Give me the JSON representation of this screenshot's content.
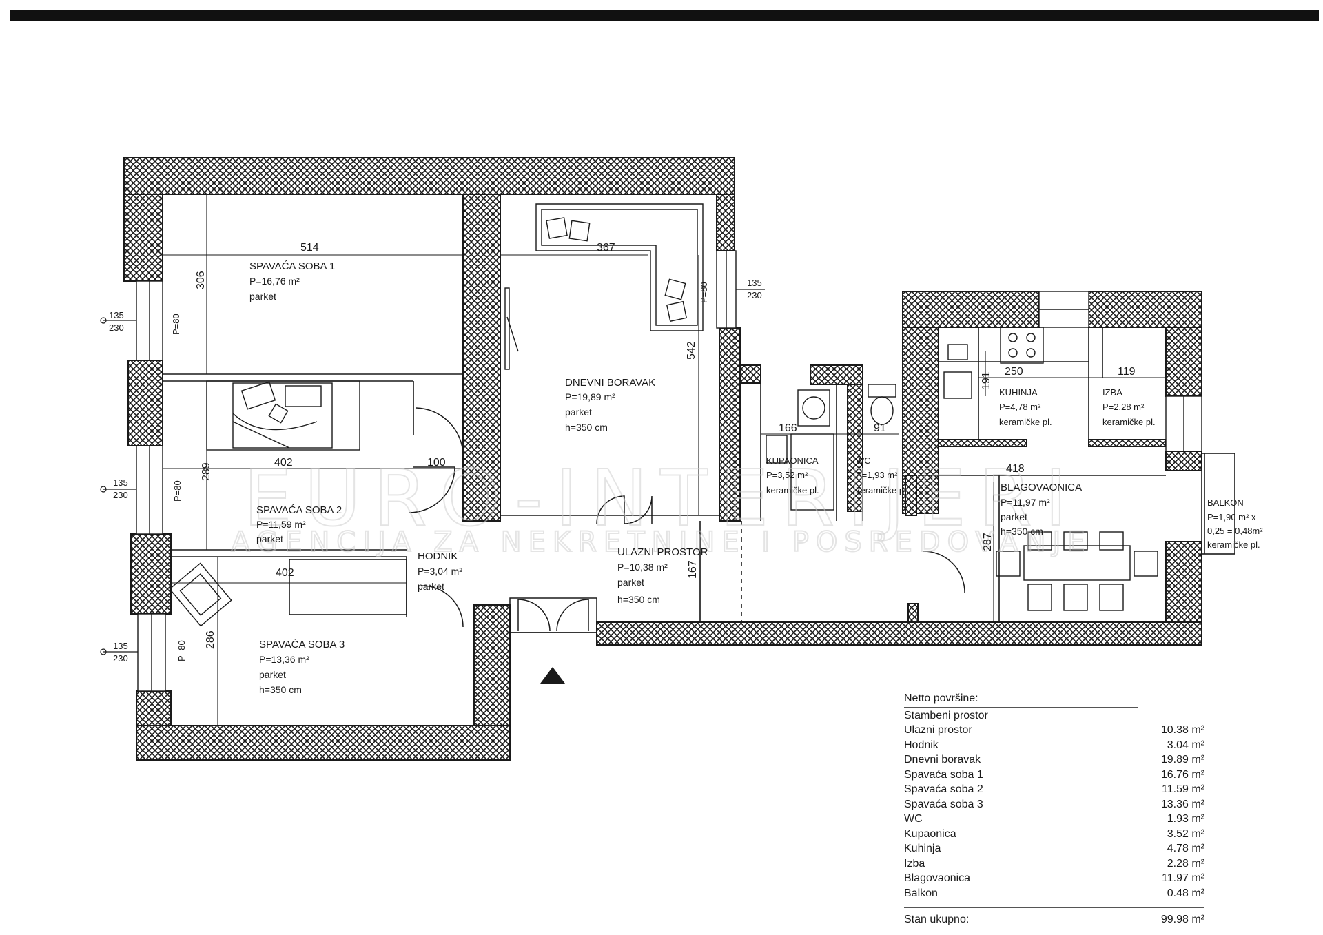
{
  "rooms": {
    "sp1": {
      "name": "SPAVAĆA SOBA 1",
      "area": "P=16,76 m²",
      "floor": "parket"
    },
    "dnevni": {
      "name": "DNEVNI BORAVAK",
      "area": "P=19,89 m²",
      "floor": "parket",
      "height": "h=350 cm"
    },
    "kupaonica": {
      "name": "KUPAONICA",
      "area": "P=3,52 m²",
      "floor": "keramičke pl."
    },
    "wc": {
      "name": "WC",
      "area": "P=1,93 m²",
      "floor": "keramičke pl."
    },
    "kuhinja": {
      "name": "KUHINJA",
      "area": "P=4,78 m²",
      "floor": "keramičke pl."
    },
    "izba": {
      "name": "IZBA",
      "area": "P=2,28 m²",
      "floor": "keramičke pl."
    },
    "blagovaonica": {
      "name": "BLAGOVAONICA",
      "area": "P=11,97 m²",
      "floor": "parket",
      "height": "h=350 cm"
    },
    "balkon": {
      "name": "BALKON",
      "area": "P=1,90 m² x",
      "calc": "0,25 = 0,48m²",
      "floor": "keramičke pl."
    },
    "sp2": {
      "name": "SPAVAĆA SOBA 2",
      "area": "P=11,59 m²",
      "floor": "parket"
    },
    "hodnik": {
      "name": "HODNIK",
      "area": "P=3,04 m²",
      "floor": "parket"
    },
    "ulazni": {
      "name": "ULAZNI PROSTOR",
      "area": "P=10,38 m²",
      "floor": "parket",
      "height": "h=350 cm"
    },
    "sp3": {
      "name": "SPAVAĆA SOBA 3",
      "area": "P=13,36 m²",
      "floor": "parket",
      "height": "h=350 cm"
    }
  },
  "dimensions": {
    "d514": "514",
    "d367": "367",
    "d306": "306",
    "d542": "542",
    "d289": "289",
    "d402a": "402",
    "d100": "100",
    "d402b": "402",
    "d286": "286",
    "d167": "167",
    "d166": "166",
    "d91": "91",
    "d191": "191",
    "d250": "250",
    "d119": "119",
    "d418": "418",
    "d287": "287",
    "p80a": "P=80",
    "p80b": "P=80",
    "p80c": "P=80",
    "p80d": "P=80"
  },
  "windows": [
    {
      "top": "135",
      "bottom": "230"
    },
    {
      "top": "135",
      "bottom": "230"
    },
    {
      "top": "135",
      "bottom": "230"
    },
    {
      "top": "135",
      "bottom": "230"
    }
  ],
  "watermark": {
    "line1": "EURO-INTERIJERI",
    "line2": "AGENCIJA ZA NEKRETNINE I POSREDOVANJE"
  },
  "legend": {
    "title": "Netto površine:",
    "section": "Stambeni prostor",
    "items": [
      {
        "name": "Ulazni prostor",
        "value": "10.38 m²"
      },
      {
        "name": "Hodnik",
        "value": "3.04 m²"
      },
      {
        "name": "Dnevni boravak",
        "value": "19.89 m²"
      },
      {
        "name": "Spavaća soba 1",
        "value": "16.76 m²"
      },
      {
        "name": "Spavaća soba 2",
        "value": "11.59 m²"
      },
      {
        "name": "Spavaća soba 3",
        "value": "13.36 m²"
      },
      {
        "name": "WC",
        "value": "1.93 m²"
      },
      {
        "name": "Kupaonica",
        "value": "3.52 m²"
      },
      {
        "name": "Kuhinja",
        "value": "4.78 m²"
      },
      {
        "name": "Izba",
        "value": "2.28 m²"
      },
      {
        "name": "Blagovaonica",
        "value": "11.97 m²"
      },
      {
        "name": "Balkon",
        "value": "0.48 m²"
      }
    ],
    "total_label": "Stan ukupno:",
    "total_value": "99.98 m²"
  }
}
